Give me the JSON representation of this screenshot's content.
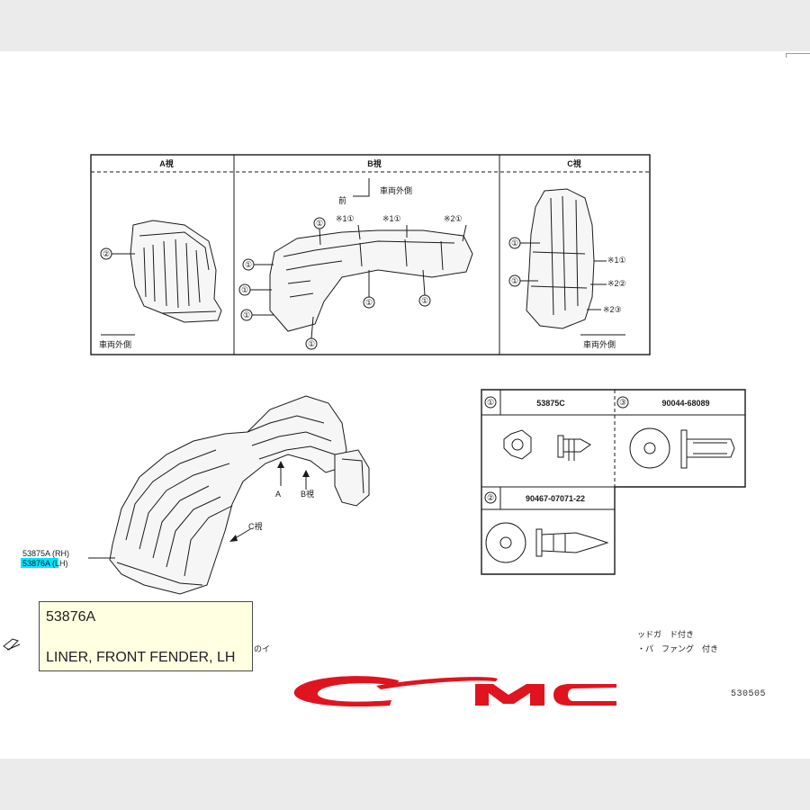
{
  "views": [
    {
      "label": "A視",
      "note": "車両外側"
    },
    {
      "label": "B視",
      "direction": "車両外側",
      "direction2": "前",
      "marks": [
        "※1①",
        "※1①",
        "※2①"
      ]
    },
    {
      "label": "C視",
      "note": "車両外側",
      "marks": [
        "※1①",
        "※2②",
        "※2③"
      ]
    }
  ],
  "callout_numbers": [
    "①",
    "②",
    "③"
  ],
  "main_labels": {
    "part_rh": "53875A (RH)",
    "part_lh": "53876A (LH)",
    "a_arrow": "A",
    "b_arrow": "B視",
    "c_arrow": "C視"
  },
  "parts_table": {
    "rows": [
      {
        "index": "①",
        "part": "53875C"
      },
      {
        "index": "②",
        "part": "90467-07071-22"
      },
      {
        "index": "③",
        "part": "90044-68089"
      }
    ]
  },
  "notes": {
    "truncated_left": "のイ",
    "line1": "ッドガ　ド付き",
    "line2": "・パ　ファング　付き"
  },
  "tooltip": {
    "code": "53876A",
    "name": "LINER, FRONT FENDER, LH"
  },
  "logo": {
    "text": "CMC",
    "color": "#e0141e"
  },
  "doc_number": "530505"
}
